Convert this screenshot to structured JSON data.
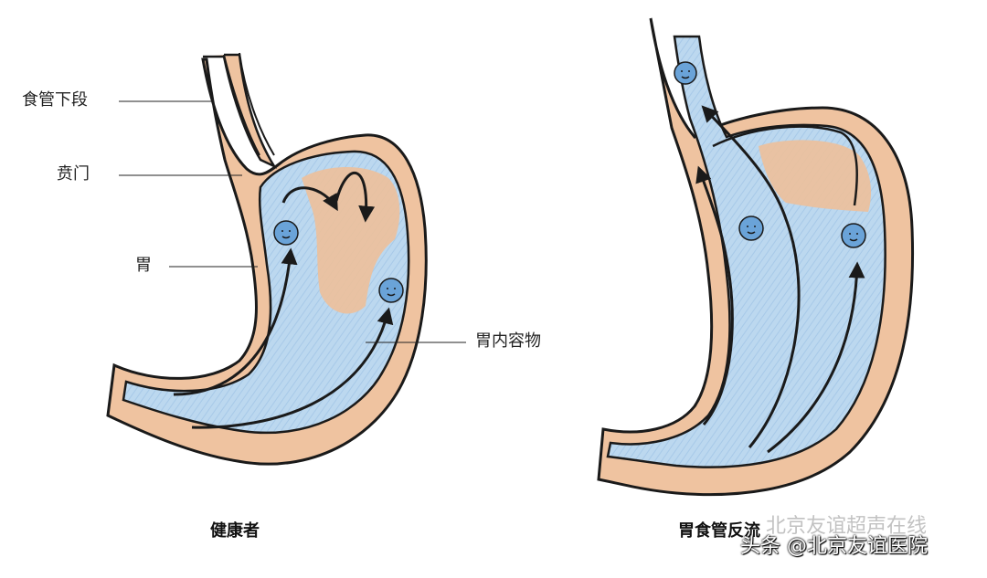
{
  "labels": {
    "esophagus_lower": "食管下段",
    "cardia": "贲门",
    "stomach": "胃",
    "gastric_contents": "胃内容物"
  },
  "captions": {
    "healthy": "健康者",
    "reflux": "胃食管反流"
  },
  "watermark": {
    "faint": "北京友谊超声在线",
    "main": "头条 @北京友谊医院"
  },
  "colors": {
    "wall": "#efc3a0",
    "wall_edge": "#c97a50",
    "contents": "#b9d6ee",
    "fundus_tissue": "#edc09a",
    "outline": "#1a1a1a",
    "bubble": "#6aa3d8"
  }
}
